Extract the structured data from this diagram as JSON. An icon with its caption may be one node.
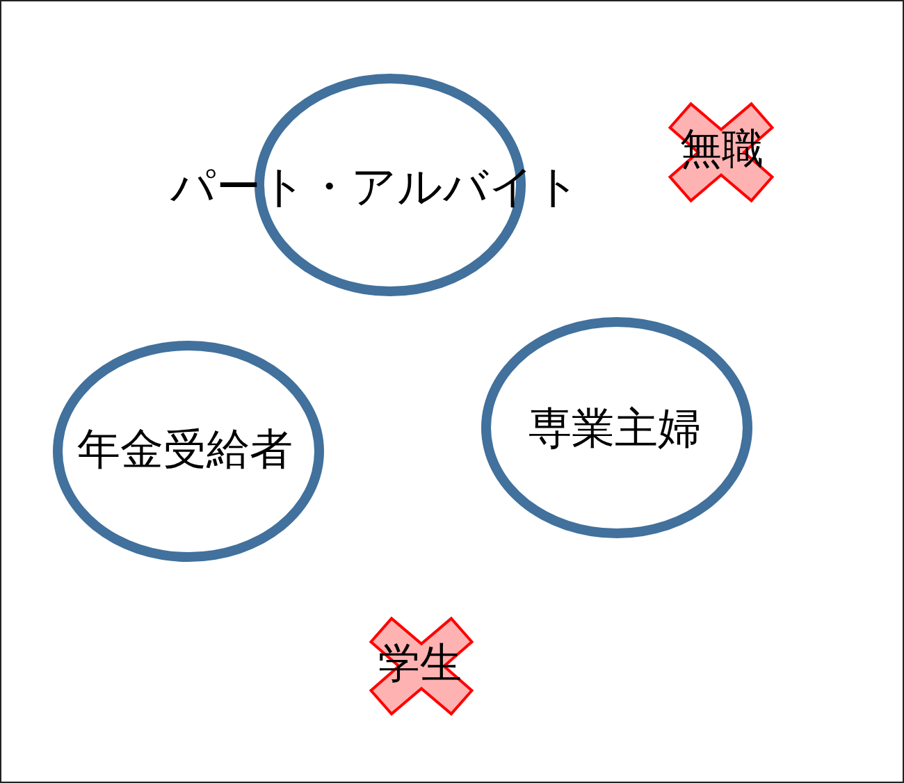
{
  "diagram": {
    "nodes": [
      {
        "text": [
          "パート・アルバイト"
        ]
      },
      {
        "text": [
          "無職"
        ]
      },
      {
        "text": [
          "年金受給者"
        ]
      },
      {
        "text": [
          "専業主婦"
        ]
      },
      {
        "text": [
          "学生"
        ]
      }
    ]
  }
}
